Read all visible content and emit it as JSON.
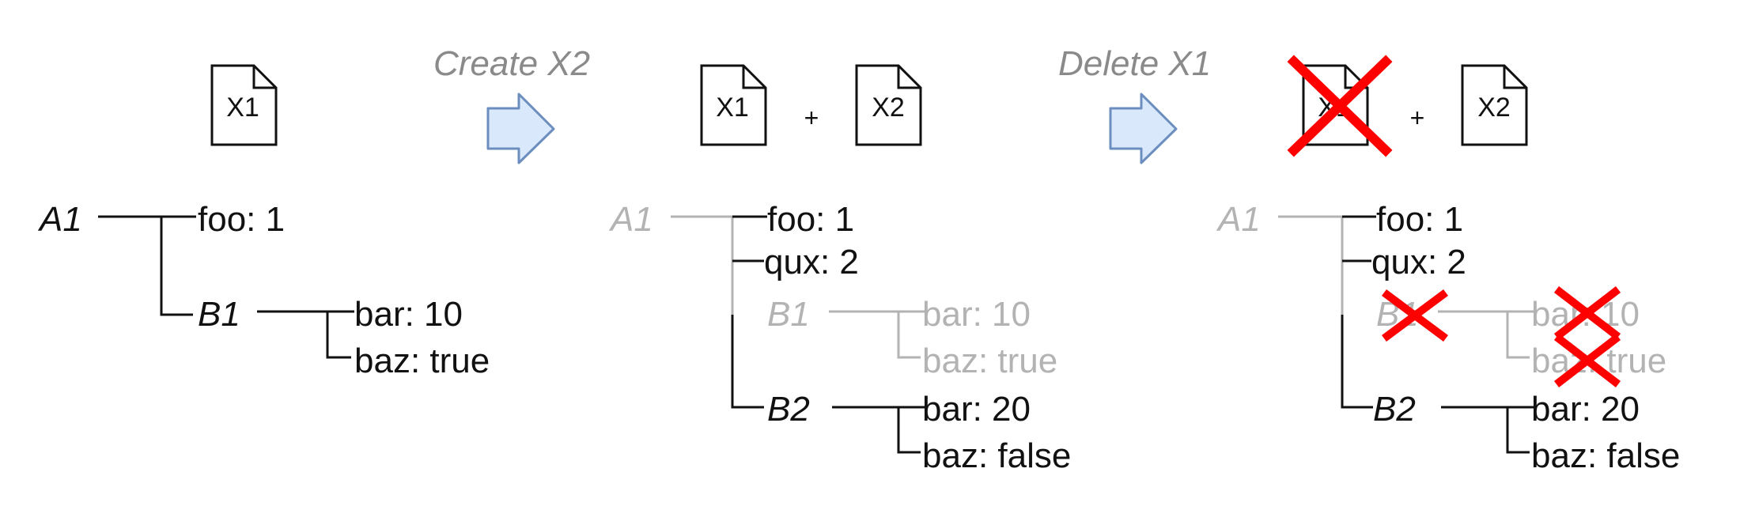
{
  "colors": {
    "active": "#111111",
    "inactive": "#b3b3b3",
    "step_label": "#8a8a8a",
    "arrow_fill": "#dae8fc",
    "arrow_stroke": "#6c8ebf",
    "delete_mark": "#ff0000"
  },
  "steps": [
    {
      "label": "Create X2",
      "arrow_icon": "arrow-right-icon"
    },
    {
      "label": "Delete X1",
      "arrow_icon": "arrow-right-icon"
    }
  ],
  "plus": "+",
  "panels": [
    {
      "files": [
        {
          "name": "X1",
          "deleted": false
        }
      ],
      "tree": {
        "root": {
          "label": "A1",
          "state": "active"
        },
        "items": [
          {
            "label": "foo: 1",
            "state": "active"
          },
          {
            "label": "B1",
            "state": "active",
            "italic": true,
            "children": [
              {
                "label": "bar: 10",
                "state": "active"
              },
              {
                "label": "baz: true",
                "state": "active"
              }
            ]
          }
        ]
      }
    },
    {
      "files": [
        {
          "name": "X1",
          "deleted": false
        },
        {
          "name": "X2",
          "deleted": false
        }
      ],
      "tree": {
        "root": {
          "label": "A1",
          "state": "inactive"
        },
        "items": [
          {
            "label": "foo: 1",
            "state": "active"
          },
          {
            "label": "qux: 2",
            "state": "active"
          },
          {
            "label": "B1",
            "state": "inactive",
            "italic": true,
            "children": [
              {
                "label": "bar: 10",
                "state": "inactive"
              },
              {
                "label": "baz: true",
                "state": "inactive"
              }
            ]
          },
          {
            "label": "B2",
            "state": "active",
            "italic": true,
            "children": [
              {
                "label": "bar: 20",
                "state": "active"
              },
              {
                "label": "baz: false",
                "state": "active"
              }
            ]
          }
        ]
      }
    },
    {
      "files": [
        {
          "name": "X1",
          "deleted": true
        },
        {
          "name": "X2",
          "deleted": false
        }
      ],
      "tree": {
        "root": {
          "label": "A1",
          "state": "inactive"
        },
        "items": [
          {
            "label": "foo: 1",
            "state": "active"
          },
          {
            "label": "qux: 2",
            "state": "active"
          },
          {
            "label": "B1",
            "state": "inactive",
            "italic": true,
            "deleted": true,
            "children": [
              {
                "label": "bar: 10",
                "state": "inactive",
                "deleted": true
              },
              {
                "label": "baz: true",
                "state": "inactive",
                "deleted": true
              }
            ]
          },
          {
            "label": "B2",
            "state": "active",
            "italic": true,
            "children": [
              {
                "label": "bar: 20",
                "state": "active"
              },
              {
                "label": "baz: false",
                "state": "active"
              }
            ]
          }
        ]
      }
    }
  ]
}
